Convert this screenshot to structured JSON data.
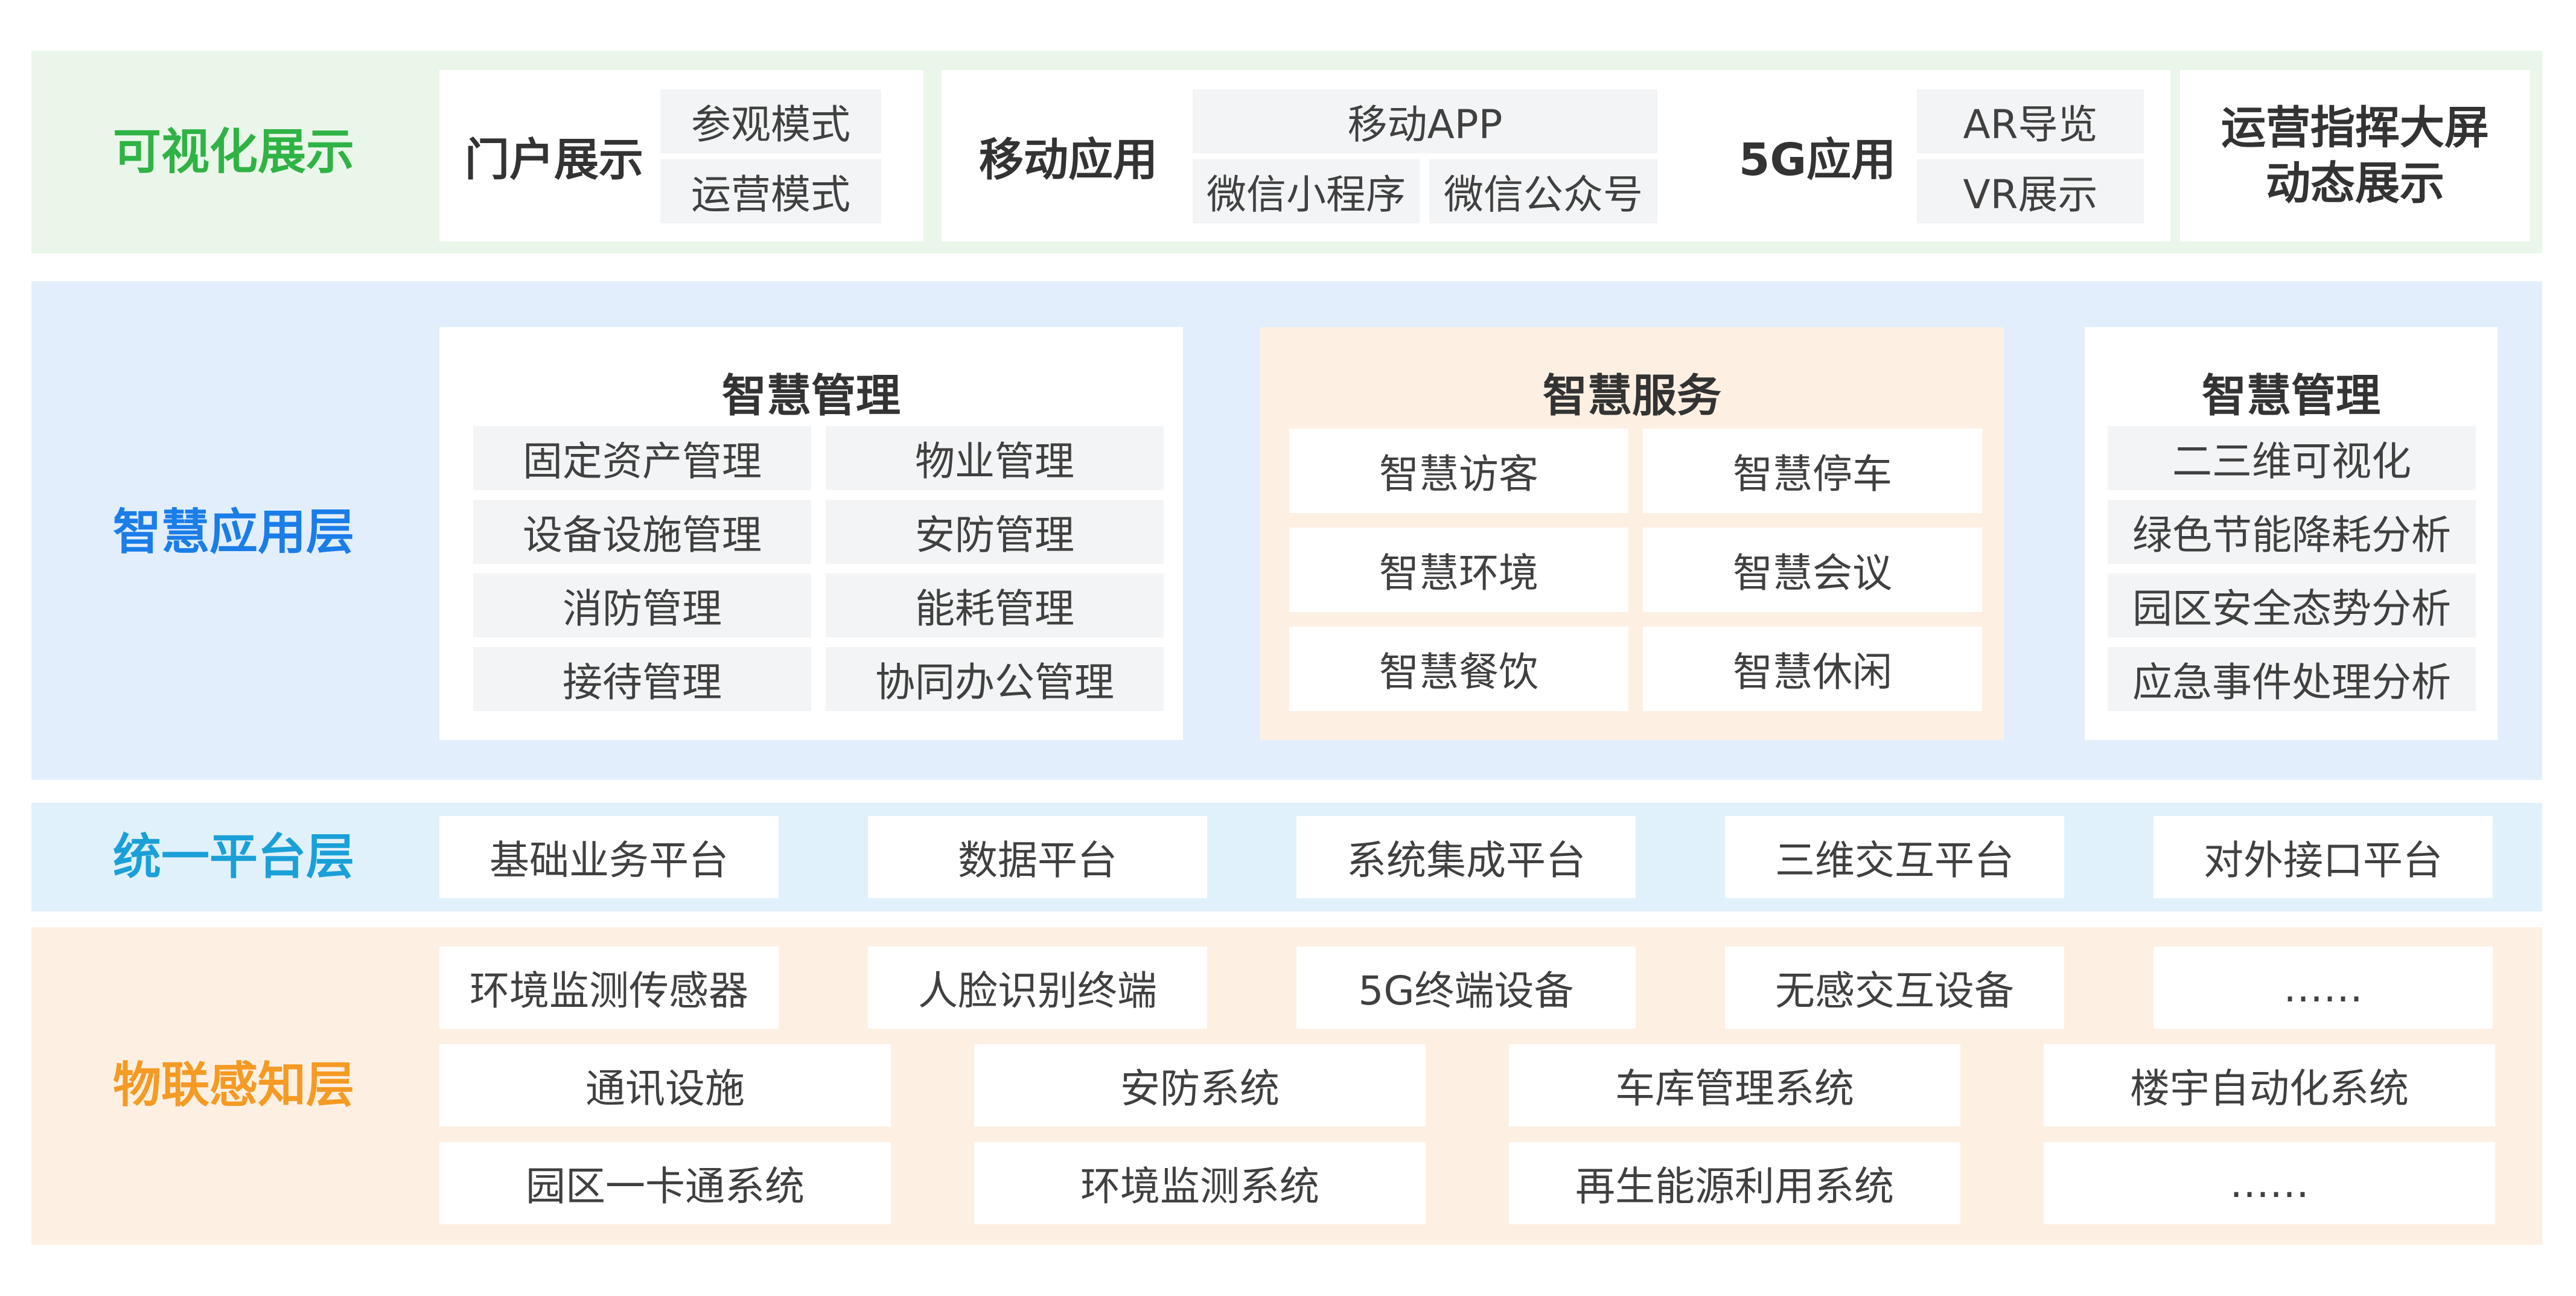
{
  "colors": {
    "visual_bg": "#eaf6ea",
    "visual_label": "#2fb344",
    "app_bg": "#e3eefc",
    "app_label": "#1a7de8",
    "platform_bg": "#e1f1fb",
    "platform_label": "#1aa0d8",
    "iot_bg": "#fdf0e3",
    "iot_label": "#f59a23",
    "service_panel_bg": "#fdf0e3"
  },
  "visual_layer": {
    "label": "可视化展示",
    "portal": {
      "title": "门户展示",
      "modes": [
        "参观模式",
        "运营模式"
      ]
    },
    "mobile": {
      "title": "移动应用",
      "items": [
        "移动APP",
        "微信小程序",
        "微信公众号"
      ]
    },
    "fiveg": {
      "title": "5G应用",
      "items": [
        "AR导览",
        "VR展示"
      ]
    },
    "bigscreen": {
      "line1": "运营指挥大屏",
      "line2": "动态展示"
    }
  },
  "app_layer": {
    "label": "智慧应用层",
    "management": {
      "title": "智慧管理",
      "items": [
        "固定资产管理",
        "物业管理",
        "设备设施管理",
        "安防管理",
        "消防管理",
        "能耗管理",
        "接待管理",
        "协同办公管理"
      ]
    },
    "service": {
      "title": "智慧服务",
      "items": [
        "智慧访客",
        "智慧停车",
        "智慧环境",
        "智慧会议",
        "智慧餐饮",
        "智慧休闲"
      ]
    },
    "management2": {
      "title": "智慧管理",
      "items": [
        "二三维可视化",
        "绿色节能降耗分析",
        "园区安全态势分析",
        "应急事件处理分析"
      ]
    }
  },
  "platform_layer": {
    "label": "统一平台层",
    "items": [
      "基础业务平台",
      "数据平台",
      "系统集成平台",
      "三维交互平台",
      "对外接口平台"
    ]
  },
  "iot_layer": {
    "label": "物联感知层",
    "row1": [
      "环境监测传感器",
      "人脸识别终端",
      "5G终端设备",
      "无感交互设备",
      "……"
    ],
    "row2": [
      "通讯设施",
      "安防系统",
      "车库管理系统",
      "楼宇自动化系统"
    ],
    "row3": [
      "园区一卡通系统",
      "环境监测系统",
      "再生能源利用系统",
      "……"
    ]
  }
}
